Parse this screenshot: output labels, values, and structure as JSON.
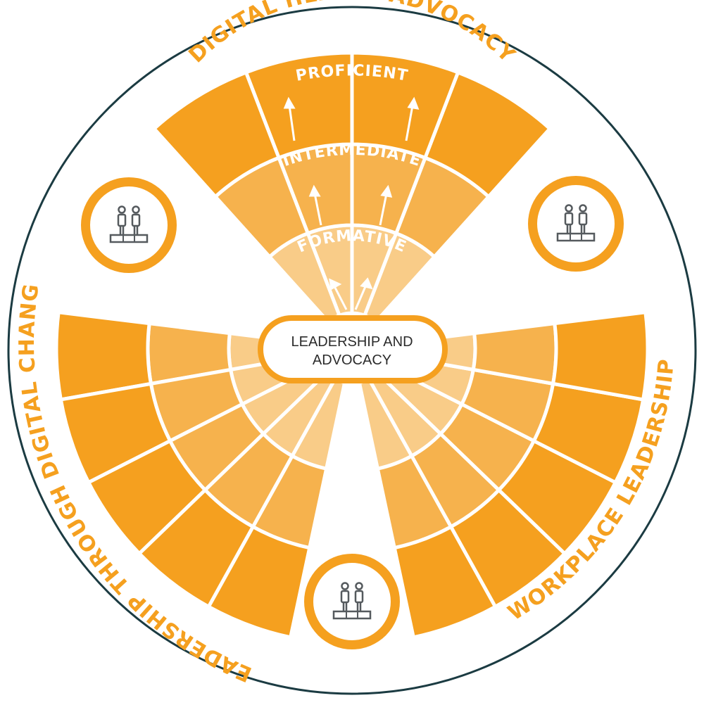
{
  "center": {
    "line1": "LEADERSHIP AND",
    "line2": "ADVOCACY"
  },
  "domains": {
    "top": "DIGITAL HEALTH ADVOCACY",
    "left": "LEADERSHIP THROUGH DIGITAL CHANGE",
    "right": "WORKPLACE LEADERSHIP"
  },
  "levels": {
    "inner": "FORMATIVE",
    "middle": "INTERMEDIATE",
    "outer": "PROFICIENT"
  },
  "colors": {
    "outline": "#1b3b42",
    "proficient": "#f5a01f",
    "intermediate": "#f6b24d",
    "formative": "#f9cc88",
    "accent": "#f5a01f",
    "icon": "#555a5e"
  },
  "icons": [
    "people-on-podium-icon",
    "people-on-podium-icon",
    "people-on-podium-icon"
  ]
}
